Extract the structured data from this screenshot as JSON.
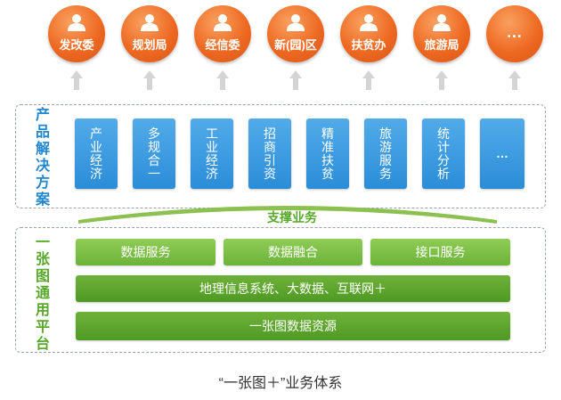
{
  "top_entities": [
    {
      "label": "发改委",
      "icon": "person-icon"
    },
    {
      "label": "规划局",
      "icon": "person-icon"
    },
    {
      "label": "经信委",
      "icon": "person-icon"
    },
    {
      "label": "新(园)区",
      "icon": "person-icon"
    },
    {
      "label": "扶贫办",
      "icon": "person-icon"
    },
    {
      "label": "旅游局",
      "icon": "person-icon"
    },
    {
      "label": "…",
      "icon": "ellipsis"
    }
  ],
  "product_section": {
    "title": "产品解决方案",
    "items": [
      "产业经济",
      "多规合一",
      "工业经济",
      "招商引资",
      "精准扶贫",
      "旅游服务",
      "统计分析",
      "…"
    ]
  },
  "support_label": "支撑业务",
  "platform_section": {
    "title": "一张图通用平台",
    "row1": [
      "数据服务",
      "数据融合",
      "接口服务"
    ],
    "row2": "地理信息系统、大数据、互联网＋",
    "row3": "一张图数据资源"
  },
  "caption": "“一张图＋”业务体系",
  "colors": {
    "orange": "#ee6a23",
    "blue": "#2b8dd8",
    "green": "#6cb33a",
    "title_blue": "#2187cf",
    "title_green": "#5aa82b"
  }
}
